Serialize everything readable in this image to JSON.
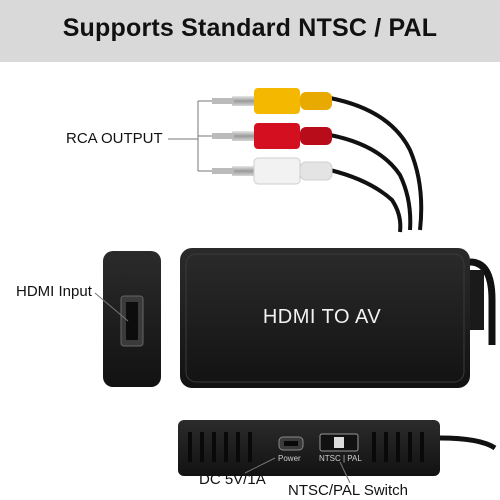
{
  "banner": {
    "title": "Supports Standard NTSC / PAL"
  },
  "labels": {
    "rca_output": "RCA OUTPUT",
    "hdmi_input": "HDMI Input",
    "dc_power": "DC 5V/1A",
    "switch": "NTSC/PAL Switch"
  },
  "device": {
    "name": "HDMI TO AV"
  },
  "ports": {
    "power": "Power",
    "ntsc_pal": "NTSC | PAL"
  },
  "colors": {
    "banner_bg": "#d9d9d9",
    "rca_yellow": "#f5b800",
    "rca_red": "#d40f1f",
    "rca_white": "#f2f2f2",
    "device_body": "#1c1c1c"
  }
}
